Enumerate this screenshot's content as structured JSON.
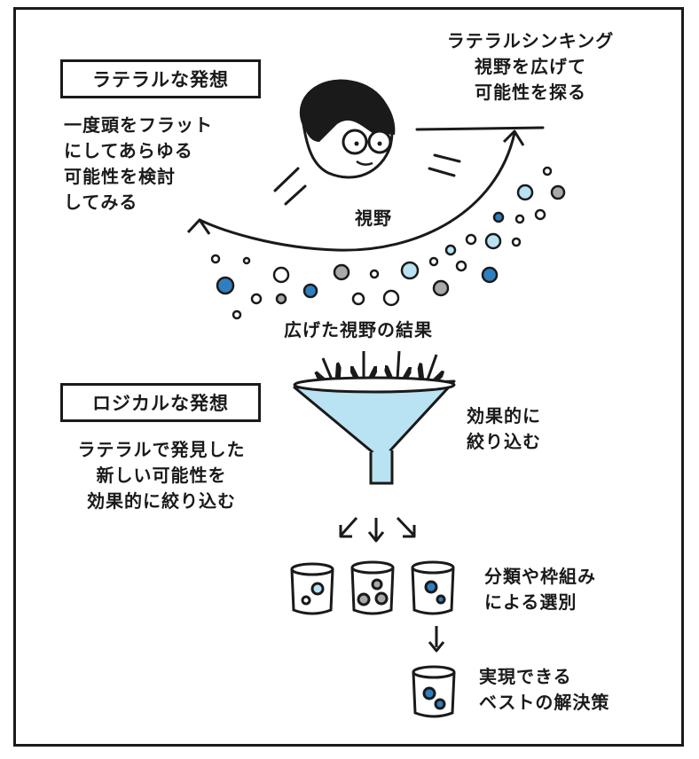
{
  "lateral": {
    "box_label": "ラテラルな発想",
    "description": "一度頭をフラット\nにしてあらゆる\n可能性を検討\nしてみる",
    "thinking_label": "ラテラルシンキング\n視野を広げて\n可能性を探る",
    "field_of_view_label": "視野",
    "result_label": "広げた視野の結果"
  },
  "logical": {
    "box_label": "ロジカルな発想",
    "description": "ラテラルで発見した\n新しい可能性を\n効果的に絞り込む",
    "funnel_label": "効果的に\n絞り込む",
    "sort_label": "分類や枠組み\nによる選別",
    "final_label": "実現できる\nベストの解決策"
  },
  "colors": {
    "blue": "#2f7fc0",
    "light_blue": "#b9e2f2",
    "gray": "#a9a9a9",
    "line": "#1a1a1a"
  },
  "icons": [
    "person-head-icon",
    "funnel-icon",
    "cup-icon",
    "arrow-icon"
  ]
}
